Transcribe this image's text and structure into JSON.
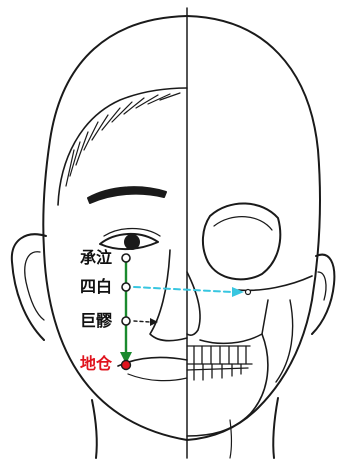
{
  "diagram": {
    "points": [
      {
        "id": "chengqi",
        "label": "承泣"
      },
      {
        "id": "sibai",
        "label": "四白"
      },
      {
        "id": "juliao",
        "label": "巨髎"
      },
      {
        "id": "dicang",
        "label": "地仓"
      }
    ],
    "colors": {
      "line": "#1a1a1a",
      "meridian": "#1a8a2e",
      "highlight": "#e0141e",
      "arrow_cyan": "#38c6e0",
      "label": "#111111",
      "background": "#ffffff"
    }
  }
}
